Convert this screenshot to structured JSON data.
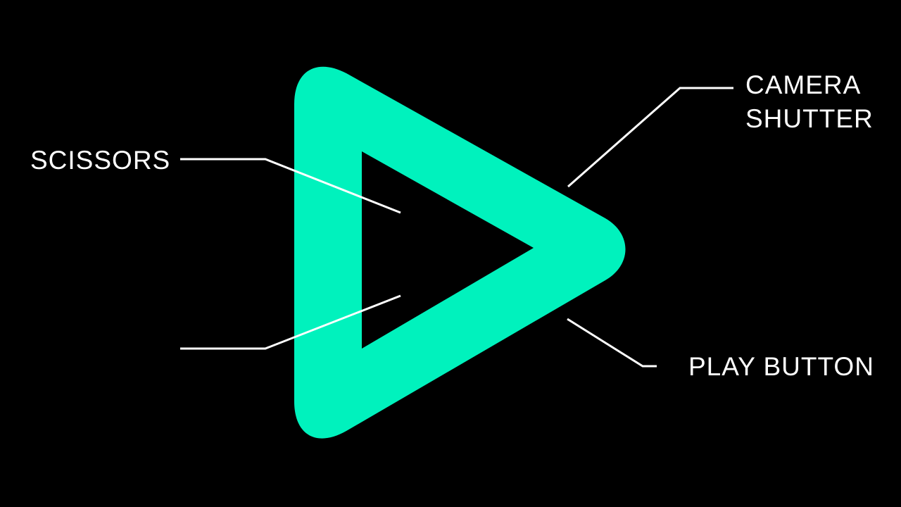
{
  "colors": {
    "background": "#000000",
    "logo": "#00f2bd",
    "annotation": "#ffffff"
  },
  "logo": {
    "icon": "play-triangle-icon"
  },
  "labels": {
    "scissors": "SCISSORS",
    "camera_shutter": [
      "CAMERA",
      "SHUTTER"
    ],
    "play_button": "PLAY BUTTON"
  }
}
